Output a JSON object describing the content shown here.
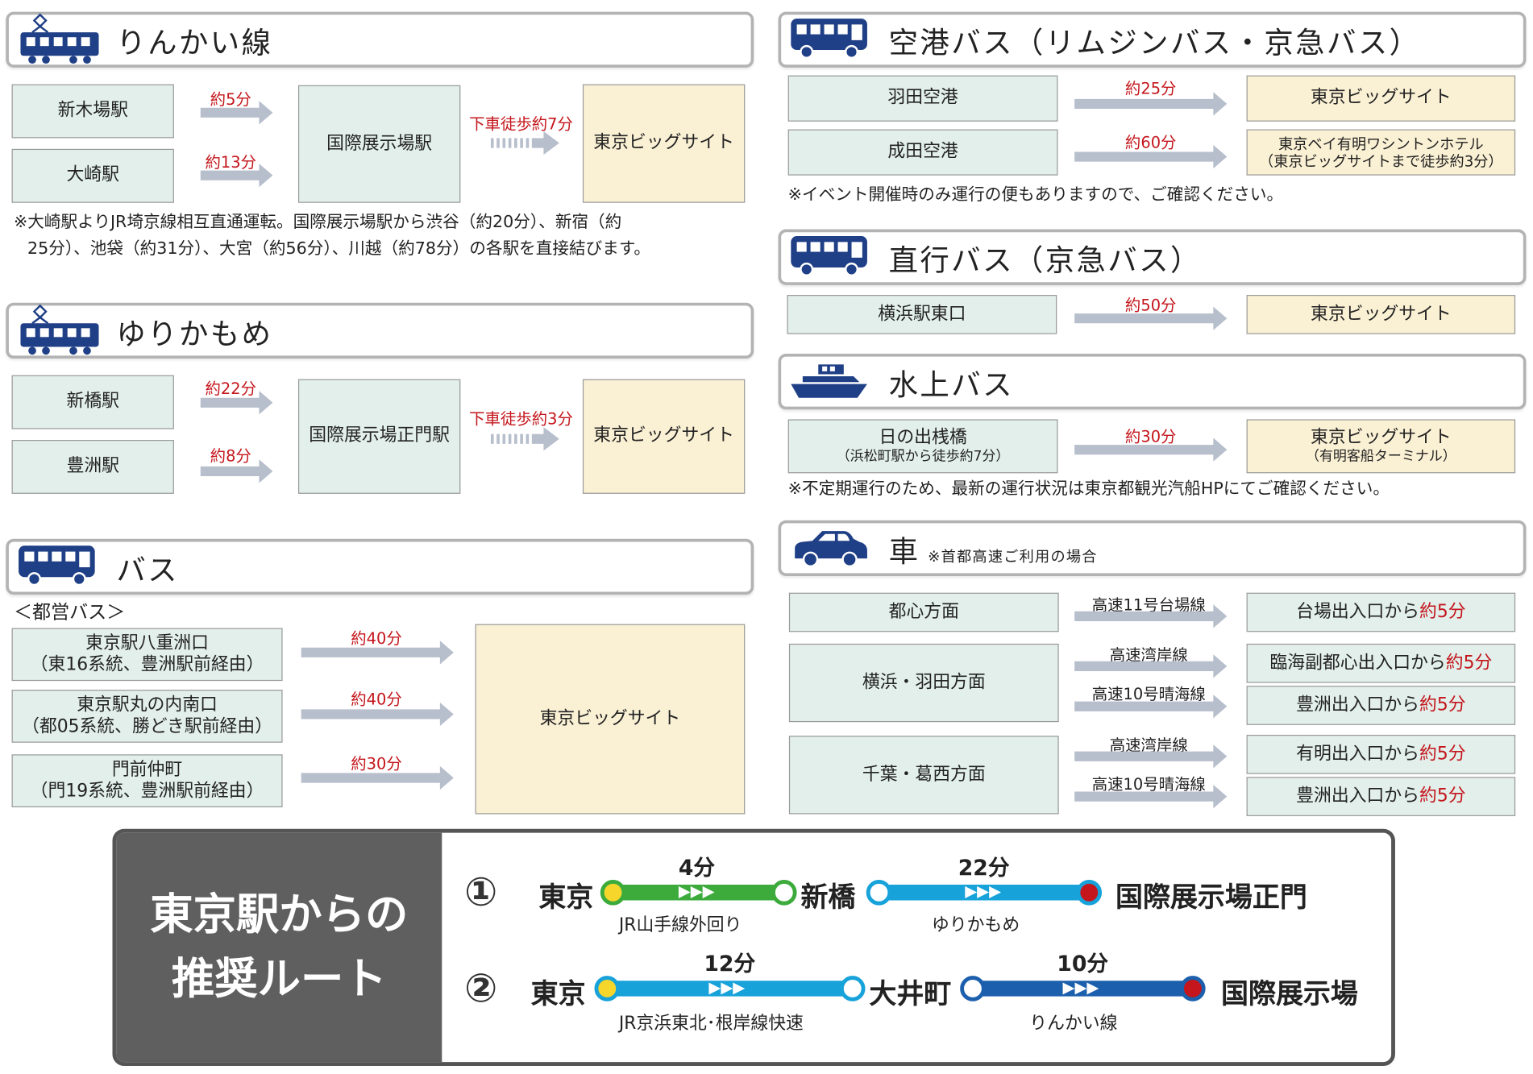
{
  "rinkai": {
    "title": "りんかい線",
    "origins": [
      "新木場駅",
      "大崎駅"
    ],
    "times": [
      "約5分",
      "約13分"
    ],
    "transfer_station": "国際展示場駅",
    "walk": "下車徒歩約7分",
    "destination": "東京ビッグサイト",
    "note_line1": "※大崎駅よりJR埼京線相互直通運転。国際展示場駅から渋谷（約20分）、新宿（約",
    "note_line2": "25分）、池袋（約31分）、大宮（約56分）、川越（約78分）の各駅を直接結びます。"
  },
  "yurikamome": {
    "title": "ゆりかもめ",
    "origins": [
      "新橋駅",
      "豊洲駅"
    ],
    "times": [
      "約22分",
      "約8分"
    ],
    "transfer_station": "国際展示場正門駅",
    "walk": "下車徒歩約3分",
    "destination": "東京ビッグサイト"
  },
  "bus": {
    "title": "バス",
    "subtitle": "＜都営バス＞",
    "routes": [
      {
        "stop": "東京駅八重洲口",
        "via": "（東16系統、豊洲駅前経由）",
        "time": "約40分"
      },
      {
        "stop": "東京駅丸の内南口",
        "via": "（都05系統、勝どき駅前経由）",
        "time": "約40分"
      },
      {
        "stop": "門前仲町",
        "via": "（門19系統、豊洲駅前経由）",
        "time": "約30分"
      }
    ],
    "destination": "東京ビッグサイト"
  },
  "airport_bus": {
    "title": "空港バス（リムジンバス・京急バス）",
    "routes": [
      {
        "origin": "羽田空港",
        "time": "約25分",
        "dest": "東京ビッグサイト",
        "dest_sub": ""
      },
      {
        "origin": "成田空港",
        "time": "約60分",
        "dest": "東京ベイ有明ワシントンホテル",
        "dest_sub": "（東京ビッグサイトまで徒歩約3分）"
      }
    ],
    "note": "※イベント開催時のみ運行の便もありますので、ご確認ください。"
  },
  "direct_bus": {
    "title": "直行バス（京急バス）",
    "origin": "横浜駅東口",
    "time": "約50分",
    "dest": "東京ビッグサイト"
  },
  "water_bus": {
    "title": "水上バス",
    "origin": "日の出桟橋",
    "origin_sub": "（浜松町駅から徒歩約7分）",
    "time": "約30分",
    "dest": "東京ビッグサイト",
    "dest_sub": "（有明客船ターミナル）",
    "note": "※不定期運行のため、最新の運行状況は東京都観光汽船HPにてご確認ください。"
  },
  "car": {
    "title": "車",
    "note": "※首都高速ご利用の場合",
    "origins": [
      "都心方面",
      "横浜・羽田方面",
      "千葉・葛西方面"
    ],
    "routes": [
      "高速11号台場線",
      "高速湾岸線",
      "高速10号晴海線",
      "高速湾岸線",
      "高速10号晴海線"
    ],
    "exits": [
      "台場出入口から",
      "臨海副都心出入口から",
      "豊洲出入口から",
      "有明出入口から",
      "豊洲出入口から"
    ],
    "exit_time": "約5分"
  },
  "recommended": {
    "label_line1": "東京駅からの",
    "label_line2": "推奨ルート",
    "route1": {
      "num": "①",
      "from": "東京",
      "time1": "4分",
      "line1": "JR山手線外回り",
      "mid": "新橋",
      "time2": "22分",
      "line2": "ゆりかもめ",
      "to": "国際展示場正門"
    },
    "route2": {
      "num": "②",
      "from": "東京",
      "time1": "12分",
      "line1": "JR京浜東北･根岸線快速",
      "mid": "大井町",
      "time2": "10分",
      "line2": "りんかい線",
      "to": "国際展示場"
    },
    "arrow_glyph": "▶▶▶"
  },
  "colors": {
    "navy": "#1f3f86",
    "box_green": "#e2efeb",
    "box_yellow": "#faf0d4",
    "red": "#c4161c",
    "yamanote": "#3cab3c",
    "yurikamome": "#17a2da",
    "keihin": "#17a2da",
    "rinkai": "#1c5fad",
    "arrow": "#b7becc"
  }
}
